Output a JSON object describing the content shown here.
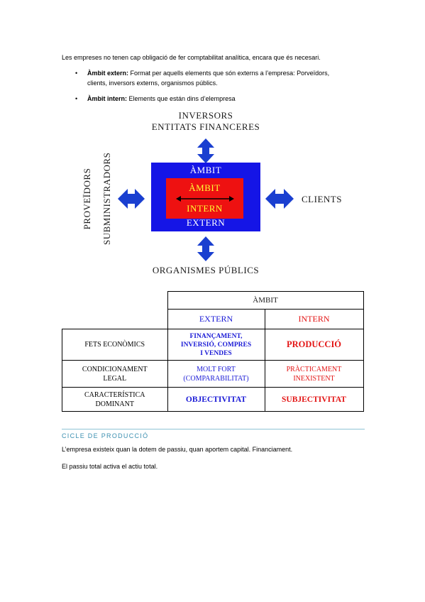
{
  "intro": "Les empreses no tenen cap obligació de fer comptabilitat analítica, encara que és necesari.",
  "bullets": [
    {
      "term": "Àmbit extern:",
      "line1": " Format per aquells elements que són externs a l’empresa: Porveïdors,",
      "line2": "clients, inversors externs, organismos públics."
    },
    {
      "term": "Àmbit intern:",
      "line1": " Elements que están dins d’elempresa",
      "line2": ""
    }
  ],
  "diagram": {
    "top_line1": "INVERSORS",
    "top_line2": "ENTITATS FINANCERES",
    "left_line1": "PROVEÏDORS",
    "left_line2": "SUBMINISTRADORS",
    "right": "CLIENTS",
    "bottom": "ORGANISMES PÚBLICS",
    "outer_top": "ÀMBIT",
    "outer_bottom": "EXTERN",
    "inner_top": "ÀMBIT",
    "inner_bottom": "INTERN",
    "colors": {
      "outer": "#1515e6",
      "inner": "#ee1111",
      "arrow": "#1a3fd0"
    }
  },
  "table": {
    "header": "ÀMBIT",
    "col_extern": "EXTERN",
    "col_intern": "INTERN",
    "rows": [
      {
        "label1": "FETS ECONÒMICS",
        "label2": "",
        "ext1": "FINANÇAMENT,",
        "ext2": "INVERSIÓ, COMPRES",
        "ext3": "I VENDES",
        "int1": "PRODUCCIÓ",
        "int2": ""
      },
      {
        "label1": "CONDICIONAMENT",
        "label2": "LEGAL",
        "ext1": "MOLT FORT",
        "ext2": "(COMPARABILITAT)",
        "ext3": "",
        "int1": "PRÀCTICAMENT",
        "int2": "INEXISTENT"
      },
      {
        "label1": "CARACTERÍSTICA",
        "label2": "DOMINANT",
        "ext1": "OBJECTIVITAT",
        "ext2": "",
        "ext3": "",
        "int1": "SUBJECTIVITAT",
        "int2": ""
      }
    ]
  },
  "section_heading": "CICLE DE PRODUCCIÓ",
  "para1": "L’empresa existeix quan la dotem de passiu, quan aportem capital. Financiament.",
  "para2": "El passiu total activa el actiu total."
}
